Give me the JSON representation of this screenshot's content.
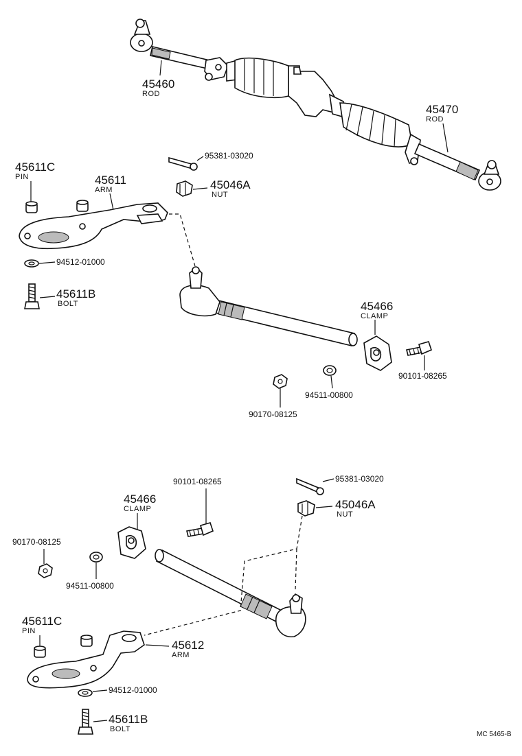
{
  "labels": {
    "rod_upper_left_num": "45460",
    "rod_upper_left_sub": "ROD",
    "rod_upper_right_num": "45470",
    "rod_upper_right_sub": "ROD",
    "pin_top_num": "45611C",
    "pin_top_sub": "PIN",
    "arm_top_num": "45611",
    "arm_top_sub": "ARM",
    "cotter_top": "95381-03020",
    "nut_top_num": "45046A",
    "nut_top_sub": "NUT",
    "washer_top": "94512-01000",
    "bolt_top_num": "45611B",
    "bolt_top_sub": "BOLT",
    "clamp_top_num": "45466",
    "clamp_top_sub": "CLAMP",
    "clamp_bolt_top": "90101-08265",
    "washer2_top": "94511-00800",
    "nut2_top": "90170-08125",
    "clamp_bolt_bottom": "90101-08265",
    "cotter_bottom": "95381-03020",
    "clamp_bottom_num": "45466",
    "clamp_bottom_sub": "CLAMP",
    "nut_bottom_num": "45046A",
    "nut_bottom_sub": "NUT",
    "nut2_bottom": "90170-08125",
    "washer2_bottom": "94511-00800",
    "pin_bottom_num": "45611C",
    "pin_bottom_sub": "PIN",
    "arm_bottom_num": "45612",
    "arm_bottom_sub": "ARM",
    "washer_bottom": "94512-01000",
    "bolt_bottom_num": "45611B",
    "bolt_bottom_sub": "BOLT",
    "code": "MC  5465-B"
  }
}
